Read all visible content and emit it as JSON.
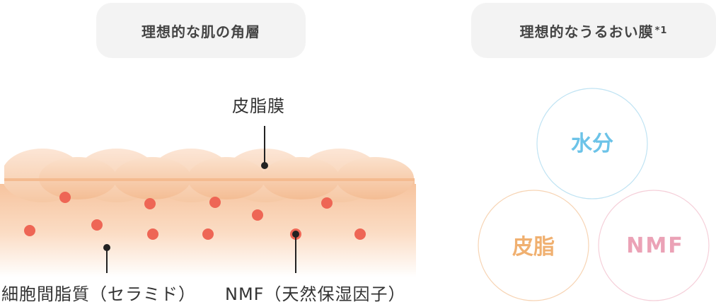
{
  "headings": {
    "left": "理想的な肌の角層",
    "right": "理想的なうるおい膜",
    "right_note": "*1"
  },
  "labels": {
    "sebum_film": "皮脂膜",
    "intercellular_lipids": "細胞間脂質（セラミド）",
    "nmf": "NMF（天然保湿因子）"
  },
  "circles": {
    "water": "水分",
    "sebum": "皮脂",
    "nmf": "NMF"
  },
  "colors": {
    "water": "#6cc3e8",
    "sebum": "#f0b070",
    "nmf": "#eba2b6",
    "dots": "#ee6655",
    "layer": "#f6c8a0",
    "mound": "#f9d6b8"
  }
}
